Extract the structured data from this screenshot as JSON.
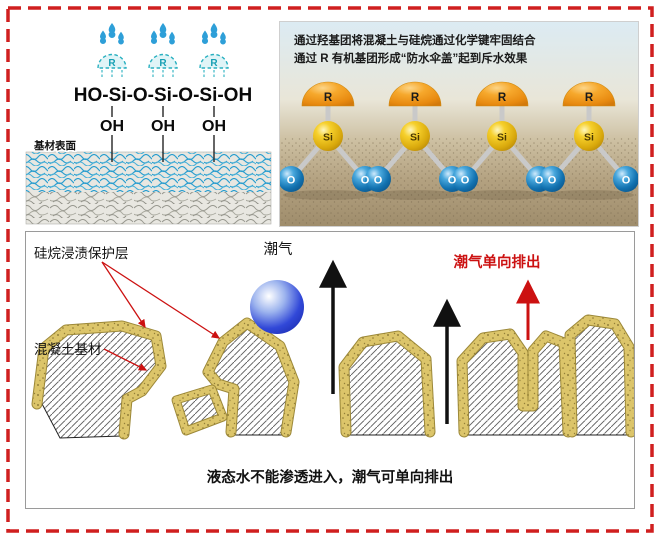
{
  "panel1": {
    "r_label": "R",
    "formula": "HO-Si-O-Si-O-Si-OH",
    "oh": "OH",
    "surface_label": "基材表面"
  },
  "panel2": {
    "line1": "通过羟基团将混凝土与硅烷通过化学键牢固结合",
    "line2": "通过 R 有机基团形成“防水伞盖”起到斥水效果",
    "r_label": "R",
    "si_label": "Si",
    "o_label": "O"
  },
  "panel3": {
    "coating_label": "硅烷浸渍保护层",
    "substrate_label": "混凝土基材",
    "moisture_label": "潮气",
    "oneway_label": "潮气单向排出",
    "caption": "液态水不能渗透进入，潮气可单向排出"
  },
  "colors": {
    "frame": "#d01f1f",
    "accent_red": "#cc1111",
    "coating_gold": "#dcc56a",
    "sphere_o": "#1272b0",
    "sphere_si": "#f6d02c",
    "dome_r": "#f6a82c",
    "moisture_ball": "#2a3fd6"
  }
}
